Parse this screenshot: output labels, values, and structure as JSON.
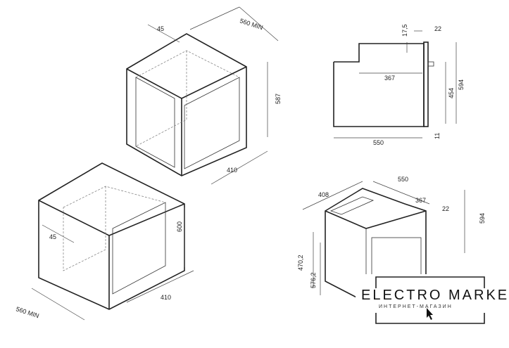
{
  "left_drawing": {
    "upper_niche_depth_offset": "45",
    "upper_niche_min_depth": "560 MIN",
    "upper_niche_height": "587",
    "upper_niche_width": "410",
    "lower_niche_height": "600",
    "lower_niche_depth_offset": "45",
    "lower_niche_width": "410",
    "lower_niche_min_depth": "560 MIN"
  },
  "side_view": {
    "top_gap": "17,5",
    "panel_thickness": "22",
    "step_depth": "367",
    "inner_height": "454",
    "total_height": "594",
    "total_depth": "550",
    "bottom_gap": "11"
  },
  "iso_view": {
    "width": "408",
    "depth": "550",
    "step_depth": "367",
    "panel": "22",
    "height": "594",
    "height_a": "470,2",
    "height_b": "576,2"
  },
  "watermark": {
    "brand": "ELECTRO MARKET",
    "tagline": "ИНТЕРНЕТ-МАГАЗИН"
  }
}
